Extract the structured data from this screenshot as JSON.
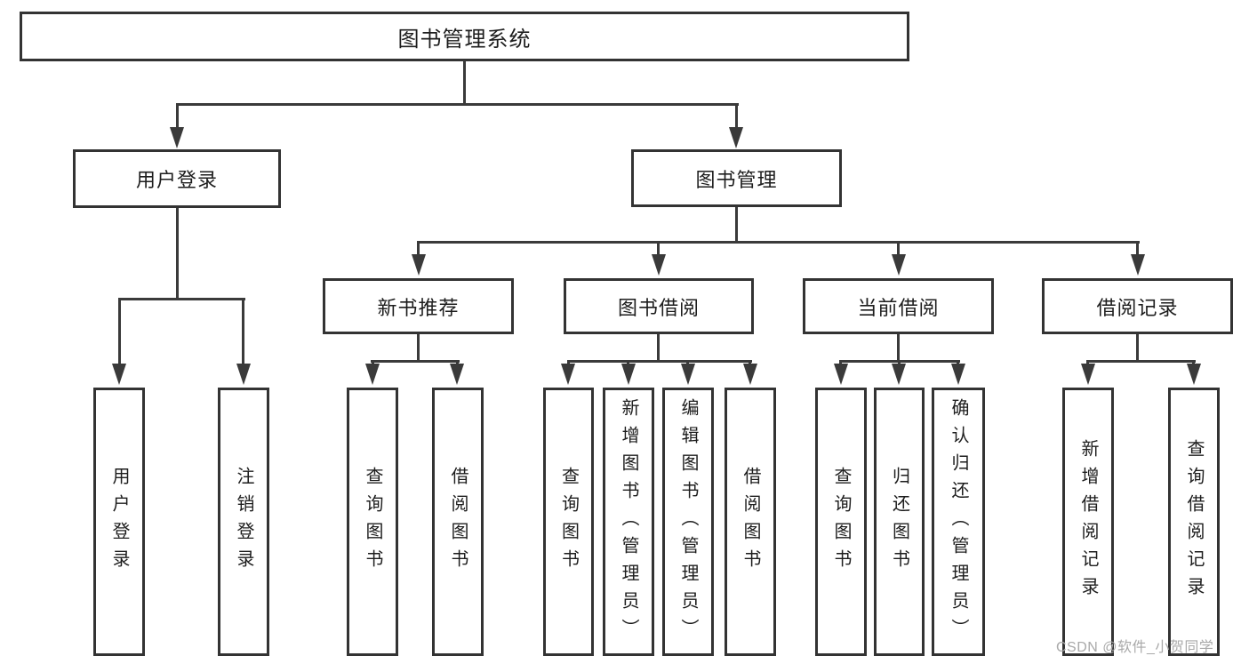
{
  "colors": {
    "line": "#3a3a3a",
    "border": "#333333",
    "text": "#1d1d1d",
    "watermark": "#a9a9a9",
    "background": "#ffffff"
  },
  "watermark": "CSDN @软件_小贺同学",
  "nodes": {
    "root": {
      "label": "图书管理系统"
    },
    "level2": [
      {
        "label": "用户登录"
      },
      {
        "label": "图书管理"
      }
    ],
    "level3": [
      {
        "label": "新书推荐"
      },
      {
        "label": "图书借阅"
      },
      {
        "label": "当前借阅"
      },
      {
        "label": "借阅记录"
      }
    ],
    "leaves": {
      "userLogin": [
        {
          "label": "用户登录"
        },
        {
          "label": "注销登录"
        }
      ],
      "newBooks": [
        {
          "label": "查询图书"
        },
        {
          "label": "借阅图书"
        }
      ],
      "borrow": [
        {
          "label": "查询图书"
        },
        {
          "label": "新增图书（管理员）"
        },
        {
          "label": "编辑图书（管理员）"
        },
        {
          "label": "借阅图书"
        }
      ],
      "current": [
        {
          "label": "查询图书"
        },
        {
          "label": "归还图书"
        },
        {
          "label": "确认归还（管理员）"
        }
      ],
      "records": [
        {
          "label": "新增借阅记录"
        },
        {
          "label": "查询借阅记录"
        }
      ]
    }
  }
}
